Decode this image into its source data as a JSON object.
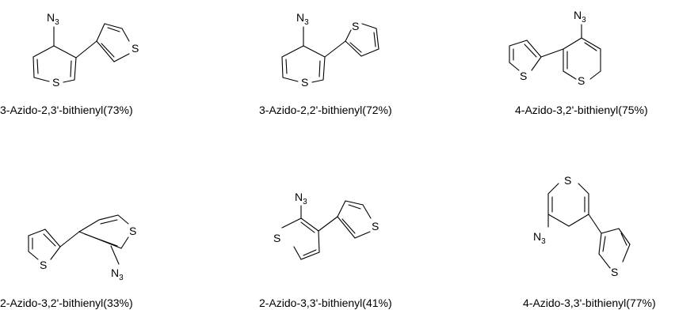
{
  "labels": {
    "azide": "N",
    "azide_sub": "3",
    "sulfur": "S"
  },
  "compounds": [
    {
      "caption": "3-Azido-2,3'-bithienyl(73%)"
    },
    {
      "caption": "3-Azido-2,2'-bithienyl(72%)"
    },
    {
      "caption": "4-Azido-3,2'-bithienyl(75%)"
    },
    {
      "caption": "2-Azido-3,2'-bithienyl(33%)"
    },
    {
      "caption": "2-Azido-3,3'-bithienyl(41%)"
    },
    {
      "caption": "4-Azido-3,3'-bithienyl(77%)"
    }
  ]
}
